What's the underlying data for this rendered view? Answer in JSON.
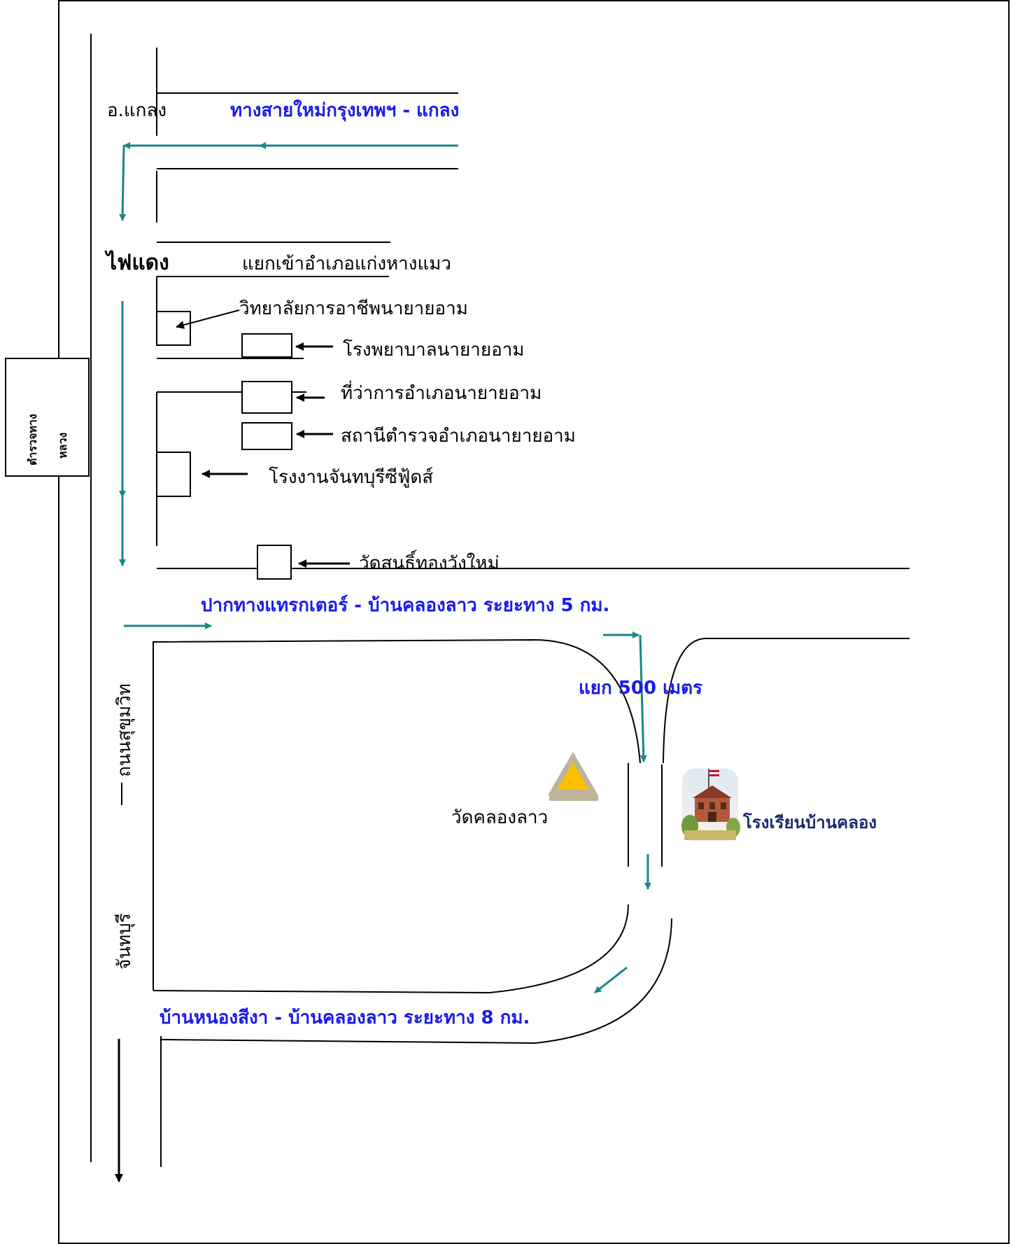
{
  "labels": {
    "amphoe_klaeng": "อ.แกลง",
    "new_highway": "ทางสายใหม่กรุงเทพฯ -  แกลง",
    "traffic_light": "ไฟแดง",
    "junction_kaeng_hang_maeo": "แยกเข้าอำเภอแก่งหางแมว",
    "college": "วิทยาลัยการอาชีพนายายอาม",
    "hospital": "โรงพยาบาลนายายอาม",
    "district_office": "ที่ว่าการอำเภอนายายอาม",
    "police_station": "สถานีตำรวจอำเภอนายายอาม",
    "factory": "โรงงานจันทบุรีซีฟู้ดส์",
    "wat_sonthi": "วัดสนธิ์ทองวังใหม่",
    "highway_police_line1": "ตำรวจทาง",
    "highway_police_line2": "หลวง",
    "tractor_junction": "ปากทางแทรกเตอร์ -  บ้านคลองลาว  ระยะทาง  5  กม.",
    "junction_500m": "แยก  500  เมตร",
    "sukhumvit_road": "ถนนสุขุมวิท",
    "chanthaburi": "จันทบุรี",
    "wat_khlong_lao": "วัดคลองลาว",
    "school": "โรงเรียนบ้านคลอง",
    "nong_sing_road": "บ้านหนองสีงา - บ้านคลองลาว  ระยะทาง  8  กม."
  },
  "colors": {
    "route_arrow": "#17878a",
    "road_label": "#1a1aee",
    "school_label": "#1c2a6e",
    "temple_fill": "#ffbf00",
    "temple_outline": "#bdb49a"
  },
  "icons": {
    "temple": "triangle-temple-icon",
    "school": "school-building-icon"
  }
}
